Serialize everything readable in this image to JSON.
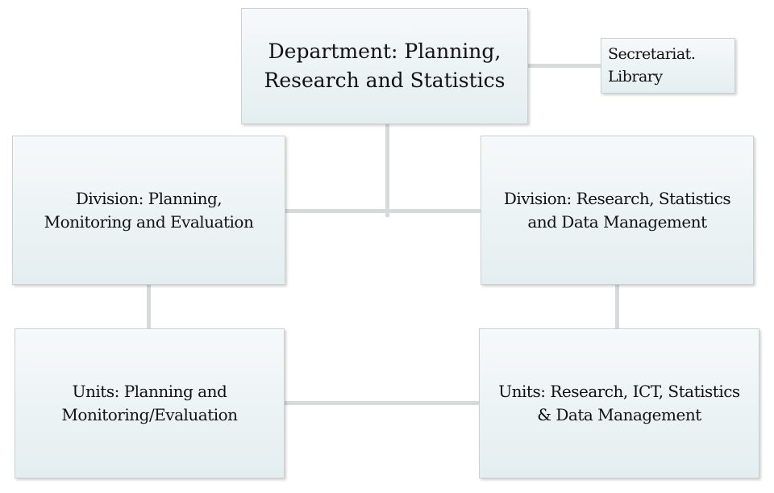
{
  "diagram": {
    "department": "Department: Planning,\nResearch and Statistics",
    "side_box": "Secretariat.\nLibrary",
    "division_left": "Division: Planning,\nMonitoring and Evaluation",
    "division_right": "Division: Research, Statistics\nand Data Management",
    "unit_left": "Units: Planning and\nMonitoring/Evaluation",
    "unit_right": "Units: Research, ICT, Statistics\n& Data Management"
  },
  "colors": {
    "box_fill_top": "#f6f9fa",
    "box_fill_bottom": "#e4eef0",
    "box_border": "#c9d1d3",
    "connector": "#d7dada",
    "text": "#111111"
  }
}
